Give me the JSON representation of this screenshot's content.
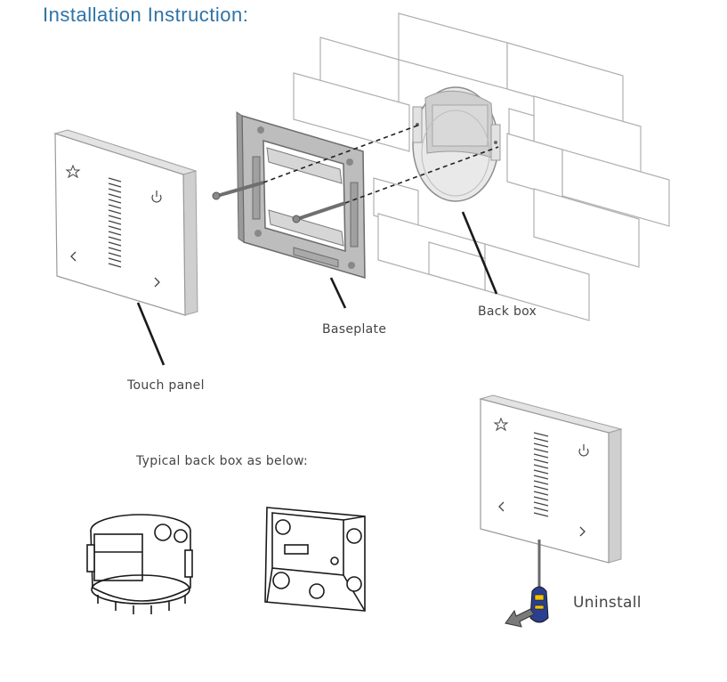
{
  "title": "Installation Instruction:",
  "labels": {
    "touch_panel": "Touch panel",
    "baseplate": "Baseplate",
    "back_box": "Back box",
    "typical": "Typical back box as below:",
    "uninstall": "Uninstall"
  },
  "colors": {
    "title": "#2d73a6",
    "screwdriver_handle": "#2a3f8f",
    "screwdriver_accent": "#f2c200",
    "arrow": "#7a7a7a"
  }
}
